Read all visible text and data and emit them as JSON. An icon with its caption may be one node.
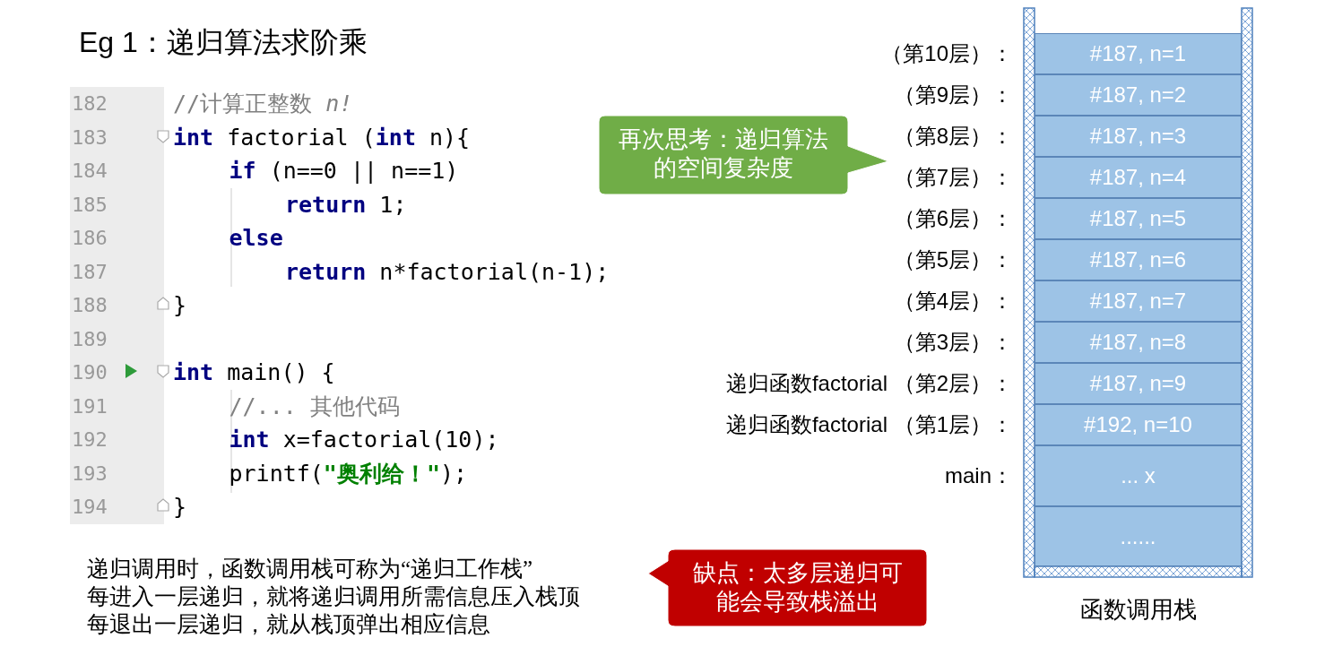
{
  "diagram": {
    "title": "Eg 1：递归算法求阶乘",
    "nodes": [
      {
        "text": [
          "再次思考：递归算法的空间复杂度"
        ]
      },
      {
        "text": [],
        "shape": "box",
        "beside": [
          "函数调用栈"
        ]
      },
      {
        "text": [
          "#187, n=1"
        ],
        "in": 1,
        "beside": [
          "（第10层）："
        ]
      },
      {
        "text": [
          "#187, n=2"
        ],
        "in": 1,
        "beside": [
          "（第9层）："
        ]
      },
      {
        "text": [
          "#187, n=3"
        ],
        "in": 1,
        "beside": [
          "（第8层）："
        ]
      },
      {
        "text": [
          "#187, n=4"
        ],
        "in": 1,
        "beside": [
          "（第7层）："
        ]
      },
      {
        "text": [
          "#187, n=5"
        ],
        "in": 1,
        "beside": [
          "（第6层）："
        ]
      },
      {
        "text": [
          "#187, n=6"
        ],
        "in": 1,
        "beside": [
          "（第5层）："
        ]
      },
      {
        "text": [
          "#187, n=7"
        ],
        "in": 1,
        "beside": [
          "（第4层）："
        ]
      },
      {
        "text": [
          "#187, n=8"
        ],
        "in": 1,
        "beside": [
          "（第3层）："
        ]
      },
      {
        "text": [
          "#187, n=9"
        ],
        "in": 1,
        "beside": [
          "递归函数factorial （第2层）："
        ]
      },
      {
        "text": [
          "#192, n=10"
        ],
        "in": 1,
        "beside": [
          "递归函数factorial （第1层）："
        ]
      },
      {
        "text": [
          "... x"
        ],
        "in": 1,
        "beside": [
          "main："
        ]
      },
      {
        "text": [
          "......"
        ],
        "in": 1
      },
      {
        "text": [
          "缺点：太多层递归可能会导致栈溢出"
        ]
      }
    ],
    "labels": [
      "182",
      "//计算正整数 *n!*",
      "183",
      "**int** factorial (**int** n){",
      "184",
      "**if** (n==0 || n==1)",
      "185",
      "**return** 1;",
      "186",
      "**else**",
      "187",
      "**return** n*factorial(n-1);",
      "188",
      "}",
      "189",
      "190",
      "**int** main() {",
      "191",
      "//... 其他代码",
      "192",
      "**int** x=factorial(10);",
      "193",
      "printf(**\"奥利给！\"**);",
      "194",
      "}",
      "递归调用时，函数调用栈可称为“递归工作栈”",
      "每进入一层递归，就将递归调用所需信息压入栈顶",
      "每退出一层递归，就从栈顶弹出相应信息"
    ]
  }
}
